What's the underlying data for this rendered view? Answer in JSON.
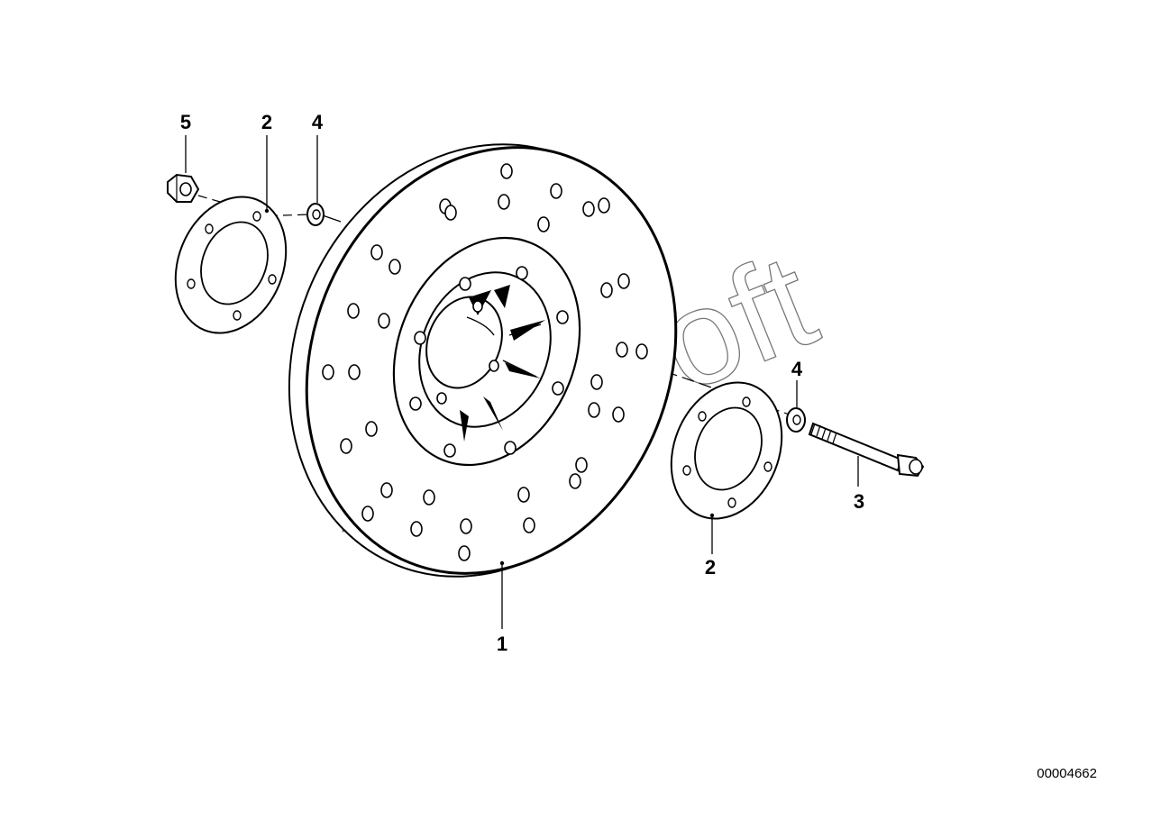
{
  "diagram": {
    "parts": [
      {
        "id": "part-1",
        "label": "1"
      },
      {
        "id": "part-2-left",
        "label": "2"
      },
      {
        "id": "part-2-right",
        "label": "2"
      },
      {
        "id": "part-3",
        "label": "3"
      },
      {
        "id": "part-4-left",
        "label": "4"
      },
      {
        "id": "part-4-right",
        "label": "4"
      },
      {
        "id": "part-5",
        "label": "5"
      }
    ],
    "document_number": "00004662",
    "watermark": "AutoSoft"
  }
}
